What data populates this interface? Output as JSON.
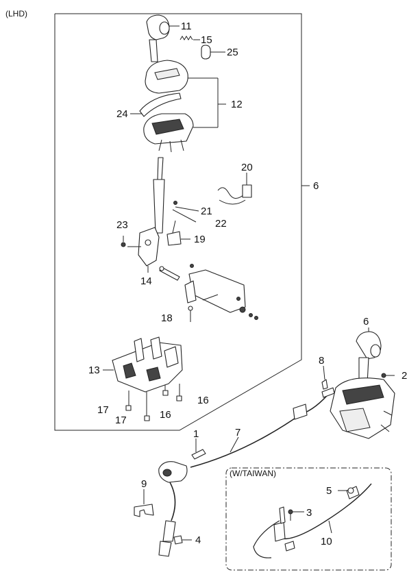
{
  "header": {
    "region_label": "(LHD)"
  },
  "subassembly_label": "(W/TAIWAN)",
  "callouts": {
    "c1": "1",
    "c2": "2",
    "c3": "3",
    "c4": "4",
    "c5": "5",
    "c6_box": "6",
    "c6_assy": "6",
    "c7": "7",
    "c8": "8",
    "c9": "9",
    "c10": "10",
    "c11": "11",
    "c12": "12",
    "c13": "13",
    "c14": "14",
    "c15": "15",
    "c16a": "16",
    "c16b": "16",
    "c17a": "17",
    "c17b": "17",
    "c18": "18",
    "c19": "19",
    "c20": "20",
    "c21": "21",
    "c22": "22",
    "c23": "23",
    "c24": "24",
    "c25": "25"
  }
}
